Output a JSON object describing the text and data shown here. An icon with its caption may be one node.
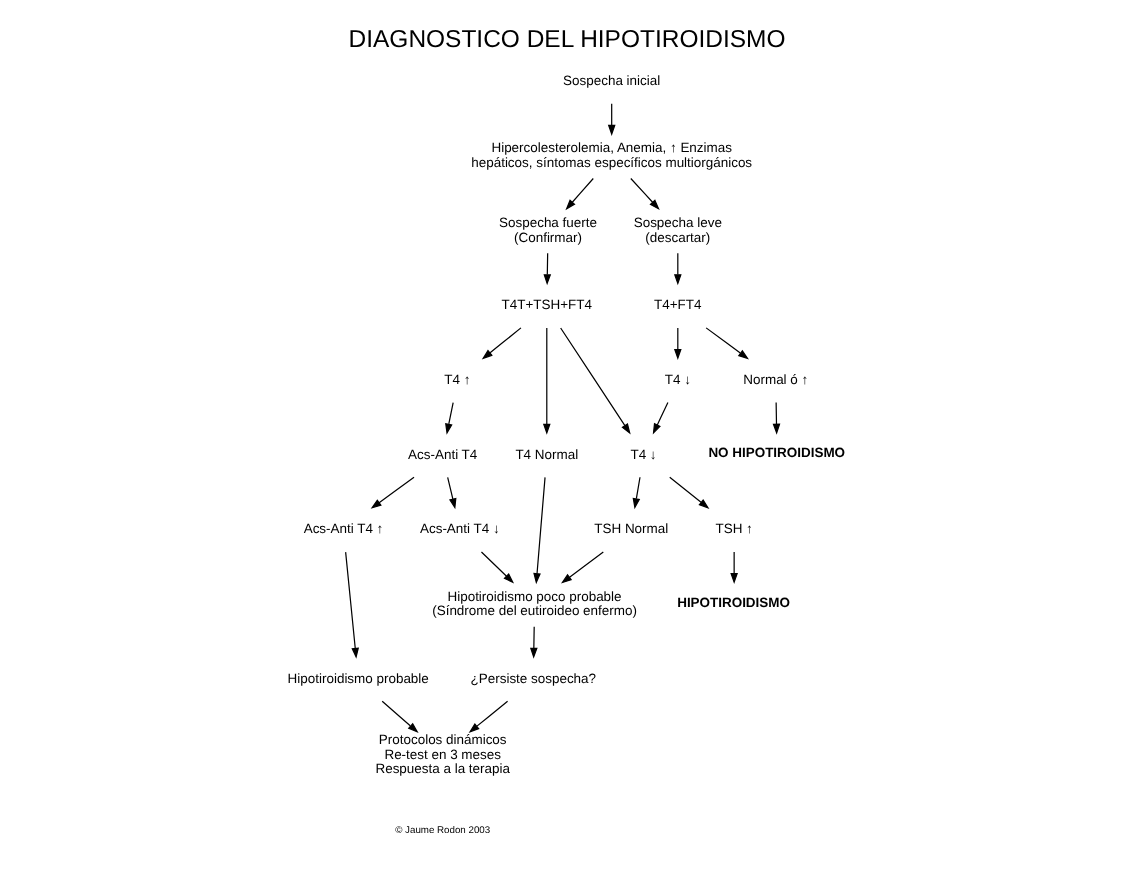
{
  "diagram": {
    "title": "DIAGNOSTICO DEL HIPOTIROIDISMO",
    "nodes": [
      {
        "text": [
          "Sospecha inicial"
        ]
      },
      {
        "text": [
          "Hipercolesterolemia, Anemia, ↑ Enzimas hepáticos, síntomas específicos multiorgánicos"
        ]
      },
      {
        "text": [
          "Sospecha fuerte",
          "(Confirmar)"
        ]
      },
      {
        "text": [
          "Sospecha leve",
          "(descartar)"
        ]
      },
      {
        "text": [
          "T4T+TSH+FT4"
        ]
      },
      {
        "text": [
          "T4+FT4"
        ]
      },
      {
        "text": [
          "T4 ↓"
        ]
      },
      {
        "text": [
          "T4 ↑"
        ]
      },
      {
        "text": [
          "T4 ↓"
        ]
      },
      {
        "text": [
          "T4 Normal"
        ]
      },
      {
        "text": [
          "Normal ó ↑"
        ]
      },
      {
        "text": [
          "TSH ↑"
        ]
      },
      {
        "text": [
          "TSH Normal"
        ]
      },
      {
        "text": [
          "Hipotiroidismo poco probable (Síndrome del eutiroideo enfermo)"
        ]
      },
      {
        "text": [
          "HIPOTIROIDISMO"
        ]
      },
      {
        "text": [
          "NO HIPOTIROIDISMO"
        ]
      },
      {
        "text": [
          "¿Persiste sospecha?"
        ]
      },
      {
        "text": [
          "Acs-Anti T4"
        ]
      },
      {
        "text": [
          "Acs-Anti T4 ↓"
        ]
      },
      {
        "text": [
          "Acs-Anti T4 ↑"
        ]
      },
      {
        "text": [
          "Hipotiroidismo probable"
        ]
      },
      {
        "text": [
          "Protocolos dinámicos",
          "Re-test en 3 meses",
          "Respuesta a la terapia"
        ]
      }
    ],
    "edges": [
      {
        "from": 0,
        "to": 1,
        "arrow": "to"
      },
      {
        "from": 1,
        "to": 2,
        "arrow": "to"
      },
      {
        "from": 1,
        "to": 3,
        "arrow": "to"
      },
      {
        "from": 2,
        "to": 4,
        "arrow": "to"
      },
      {
        "from": 3,
        "to": 5,
        "arrow": "to"
      },
      {
        "from": 5,
        "to": 6,
        "arrow": "to"
      },
      {
        "from": 5,
        "to": 10,
        "arrow": "to"
      },
      {
        "from": 4,
        "to": 7,
        "arrow": "to"
      },
      {
        "from": 4,
        "to": 8,
        "arrow": "to"
      },
      {
        "from": 4,
        "to": 9,
        "arrow": "to"
      },
      {
        "from": 6,
        "to": 8,
        "arrow": "to"
      },
      {
        "from": 8,
        "to": 11,
        "arrow": "to"
      },
      {
        "from": 8,
        "to": 12,
        "arrow": "to"
      },
      {
        "from": 9,
        "to": 13,
        "arrow": "to"
      },
      {
        "from": 12,
        "to": 13,
        "arrow": "to"
      },
      {
        "from": 10,
        "to": 15,
        "arrow": "to"
      },
      {
        "from": 11,
        "to": 14,
        "arrow": "to"
      },
      {
        "from": 7,
        "to": 17,
        "arrow": "to"
      },
      {
        "from": 13,
        "to": 16,
        "arrow": "to"
      },
      {
        "from": 17,
        "to": 18,
        "arrow": "to"
      },
      {
        "from": 17,
        "to": 19,
        "arrow": "to"
      },
      {
        "from": 18,
        "to": 13,
        "arrow": "to"
      },
      {
        "from": 19,
        "to": 20,
        "arrow": "to"
      },
      {
        "from": 16,
        "to": 21,
        "arrow": "to"
      },
      {
        "from": 20,
        "to": 21,
        "arrow": "to"
      }
    ],
    "labels": [
      "© Jaume Rodon 2003"
    ]
  }
}
